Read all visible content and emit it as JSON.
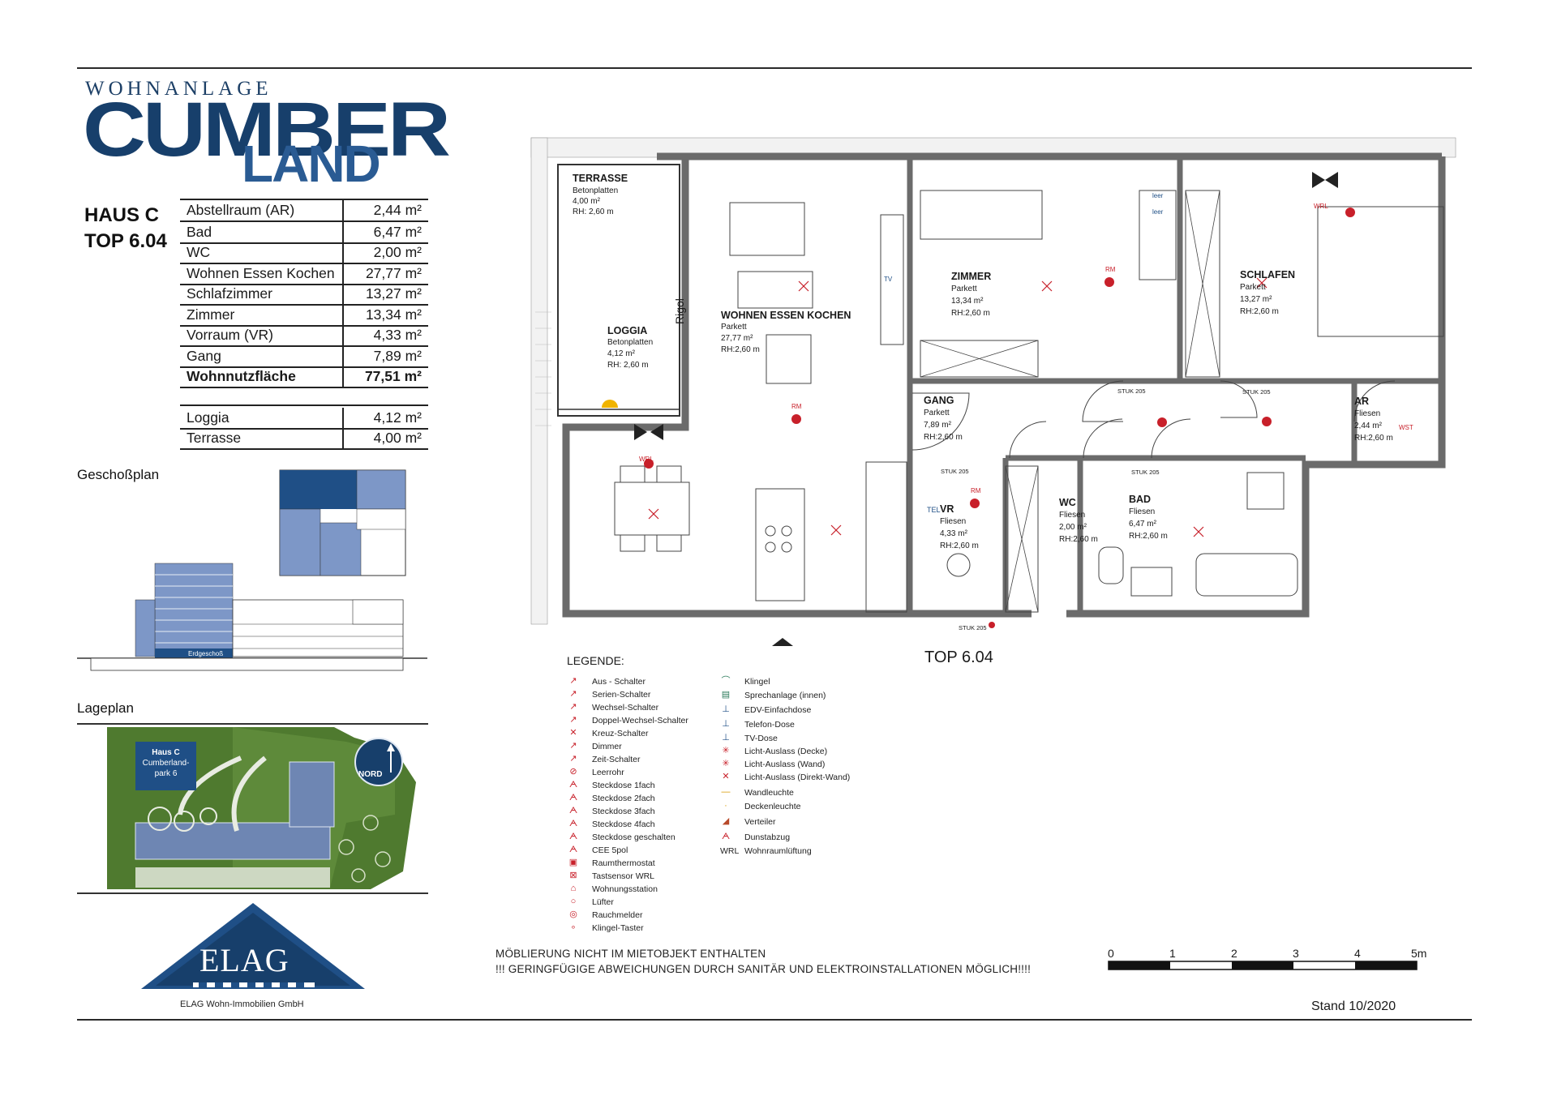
{
  "logo": {
    "top": "WOHNANLAGE",
    "main": "CUMBER",
    "sub": "LAND"
  },
  "unit": {
    "haus": "HAUS C",
    "top": "TOP 6.04"
  },
  "areas": [
    {
      "name": "Abstellraum (AR)",
      "value": "2,44 m²"
    },
    {
      "name": "Bad",
      "value": "6,47 m²"
    },
    {
      "name": "WC",
      "value": "2,00 m²"
    },
    {
      "name": "Wohnen Essen Kochen",
      "value": "27,77 m²"
    },
    {
      "name": "Schlafzimmer",
      "value": "13,27 m²"
    },
    {
      "name": "Zimmer",
      "value": "13,34 m²"
    },
    {
      "name": "Vorraum (VR)",
      "value": "4,33 m²"
    },
    {
      "name": "Gang",
      "value": "7,89 m²"
    },
    {
      "name": "Wohnnutzfläche",
      "value": "77,51 m²"
    }
  ],
  "extra_areas": [
    {
      "name": "Loggia",
      "value": "4,12 m²"
    },
    {
      "name": "Terrasse",
      "value": "4,00 m²"
    }
  ],
  "geschossplan": {
    "title": "Geschoßplan",
    "floor_label": "Erdgeschoß"
  },
  "lageplan": {
    "title": "Lageplan",
    "label_line1": "Haus C",
    "label_line2": "Cumberland-",
    "label_line3": "park 6",
    "north": "NORD"
  },
  "elag": {
    "name": "ELAG",
    "company": "ELAG Wohn-Immobilien GmbH"
  },
  "plan": {
    "top_label": "TOP 6.04",
    "rigol": "Rigol",
    "rooms": [
      {
        "name": "TERRASSE",
        "lines": [
          "Betonplatten",
          "4,00 m²",
          "RH: 2,60 m"
        ]
      },
      {
        "name": "LOGGIA",
        "lines": [
          "Betonplatten",
          "4,12 m²",
          "RH: 2,60 m"
        ]
      },
      {
        "name": "WOHNEN ESSEN KOCHEN",
        "lines": [
          "Parkett",
          "27,77 m²",
          "RH:2,60 m"
        ]
      },
      {
        "name": "ZIMMER",
        "lines": [
          "Parkett",
          "13,34 m²",
          "RH:2,60 m"
        ]
      },
      {
        "name": "SCHLAFEN",
        "lines": [
          "Parkett",
          "13,27 m²",
          "RH:2,60 m"
        ]
      },
      {
        "name": "GANG",
        "lines": [
          "Parkett",
          "7,89 m²",
          "RH:2,60 m"
        ]
      },
      {
        "name": "AR",
        "lines": [
          "Fliesen",
          "2,44 m²",
          "RH:2,60 m"
        ]
      },
      {
        "name": "VR",
        "lines": [
          "Fliesen",
          "4,33 m²",
          "RH:2,60 m"
        ]
      },
      {
        "name": "WC",
        "lines": [
          "Fliesen",
          "2,00 m²",
          "RH:2,60 m"
        ]
      },
      {
        "name": "BAD",
        "lines": [
          "Fliesen",
          "6,47 m²",
          "RH:2,60 m"
        ]
      }
    ],
    "marks": {
      "stuk": "STUK 205",
      "wrl": "WRL",
      "rm": "RM",
      "tel": "TEL",
      "wst": "WST",
      "leer": "leer",
      "tv": "TV"
    }
  },
  "legend": {
    "title": "LEGENDE:",
    "col1": [
      "Aus - Schalter",
      "Serien-Schalter",
      "Wechsel-Schalter",
      "Doppel-Wechsel-Schalter",
      "Kreuz-Schalter",
      "Dimmer",
      "Zeit-Schalter",
      "Leerrohr",
      "Steckdose 1fach",
      "Steckdose 2fach",
      "Steckdose 3fach",
      "Steckdose 4fach",
      "Steckdose geschalten",
      "CEE 5pol",
      "Raumthermostat",
      "Tastsensor WRL",
      "Wohnungsstation",
      "Lüfter",
      "Rauchmelder",
      "Klingel-Taster"
    ],
    "col2": [
      "Klingel",
      "Sprechanlage (innen)",
      "EDV-Einfachdose",
      "Telefon-Dose",
      "TV-Dose",
      "Licht-Auslass (Decke)",
      "Licht-Auslass (Wand)",
      "Licht-Auslass (Direkt-Wand)",
      "Wandleuchte",
      "Deckenleuchte",
      "Verteiler",
      "Dunstabzug",
      "Wohnraumlüftung"
    ],
    "col2_wrl": "WRL"
  },
  "notes": {
    "line1": "MÖBLIERUNG NICHT IM MIETOBJEKT ENTHALTEN",
    "line2": "!!! GERINGFÜGIGE ABWEICHUNGEN DURCH SANITÄR UND ELEKTROINSTALLATIONEN MÖGLICH!!!!"
  },
  "scale": {
    "ticks": [
      "0",
      "1",
      "2",
      "3",
      "4",
      "5m"
    ]
  },
  "stand": "Stand 10/2020",
  "colors": {
    "navy": "#173f6b",
    "wall": "#6b6b6b",
    "electric": "#c8202a",
    "green": "#4f7a2f"
  }
}
